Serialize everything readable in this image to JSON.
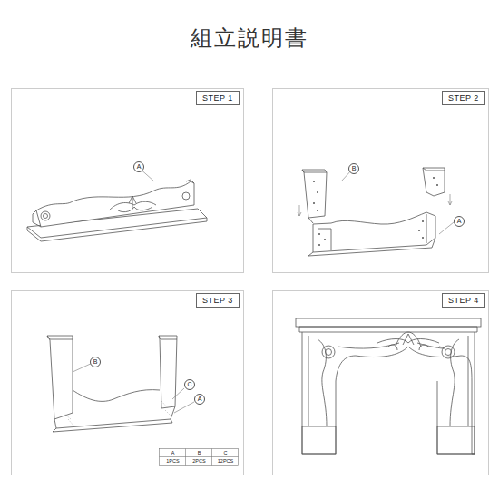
{
  "diagram": {
    "title": "組立説明書",
    "nodes": [
      {
        "text": [
          "STEP 1"
        ]
      },
      {
        "text": [
          "STEP 2"
        ]
      },
      {
        "text": [
          "STEP 3"
        ]
      },
      {
        "text": [
          "STEP 4"
        ]
      }
    ],
    "labels": [
      "A",
      "B",
      "A",
      "B",
      "C",
      "A",
      "A",
      "B",
      "C",
      "1PCS",
      "2PCS",
      "12PCS"
    ]
  }
}
